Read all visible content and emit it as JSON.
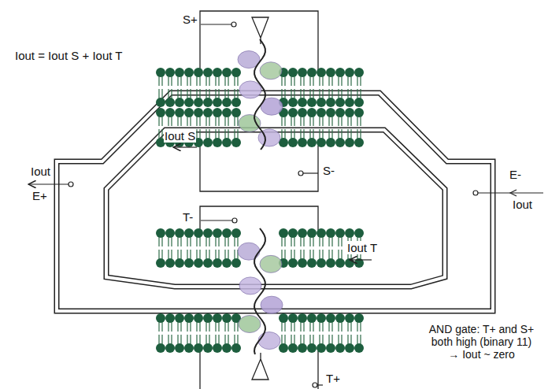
{
  "diagram": {
    "labels": [
      "Iout = Iout S + Iout T",
      "S+",
      "Iout S",
      "S-",
      "Iout",
      "E+",
      "T-",
      "Iout T",
      "E-",
      "Iout",
      "AND gate: T+ and S+ both high (binary 11) → Iout ~ zero",
      "T+"
    ]
  }
}
